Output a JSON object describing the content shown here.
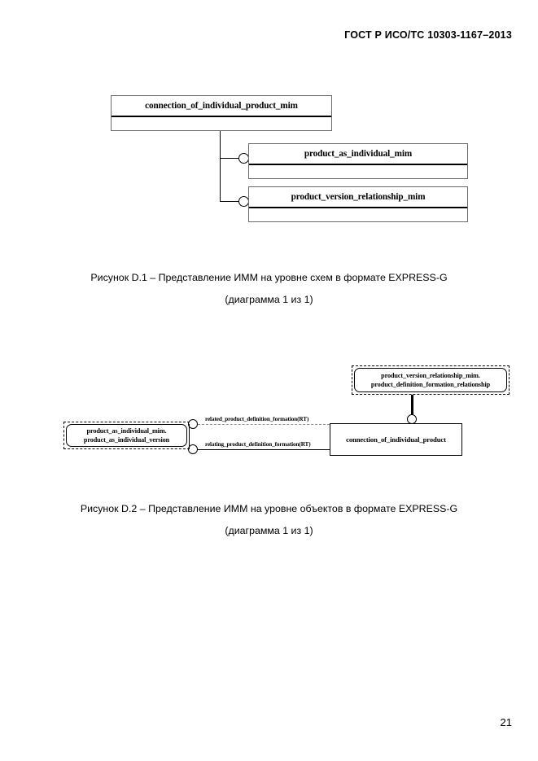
{
  "document": {
    "header": "ГОСТ Р ИСО/ТС 10303-1167–2013",
    "page_number": "21"
  },
  "figure1": {
    "caption_line1": "Рисунок  D.1 – Представление ИММ на уровне схем в формате EXPRESS-G",
    "caption_line2": "(диаграмма 1 из 1)",
    "root": {
      "label": "connection_of_individual_product_mim"
    },
    "children": [
      {
        "label": "product_as_individual_mim"
      },
      {
        "label": "product_version_relationship_mim"
      }
    ]
  },
  "figure2": {
    "caption_line1": "Рисунок D.2 – Представление ИММ на уровне объектов в формате EXPRESS-G",
    "caption_line2": "(диаграмма 1 из 1)",
    "top_entity": {
      "line1": "product_version_relationship_mim.",
      "line2": "product_definition_formation_relationship"
    },
    "left_entity": {
      "line1": "product_as_individual_mim.",
      "line2": "product_as_individual_version"
    },
    "center_entity": {
      "label": "connection_of_individual_product"
    },
    "relations": [
      {
        "label": "related_product_definition_formation(RT)"
      },
      {
        "label": "relating_product_definition_formation(RT)"
      }
    ]
  }
}
